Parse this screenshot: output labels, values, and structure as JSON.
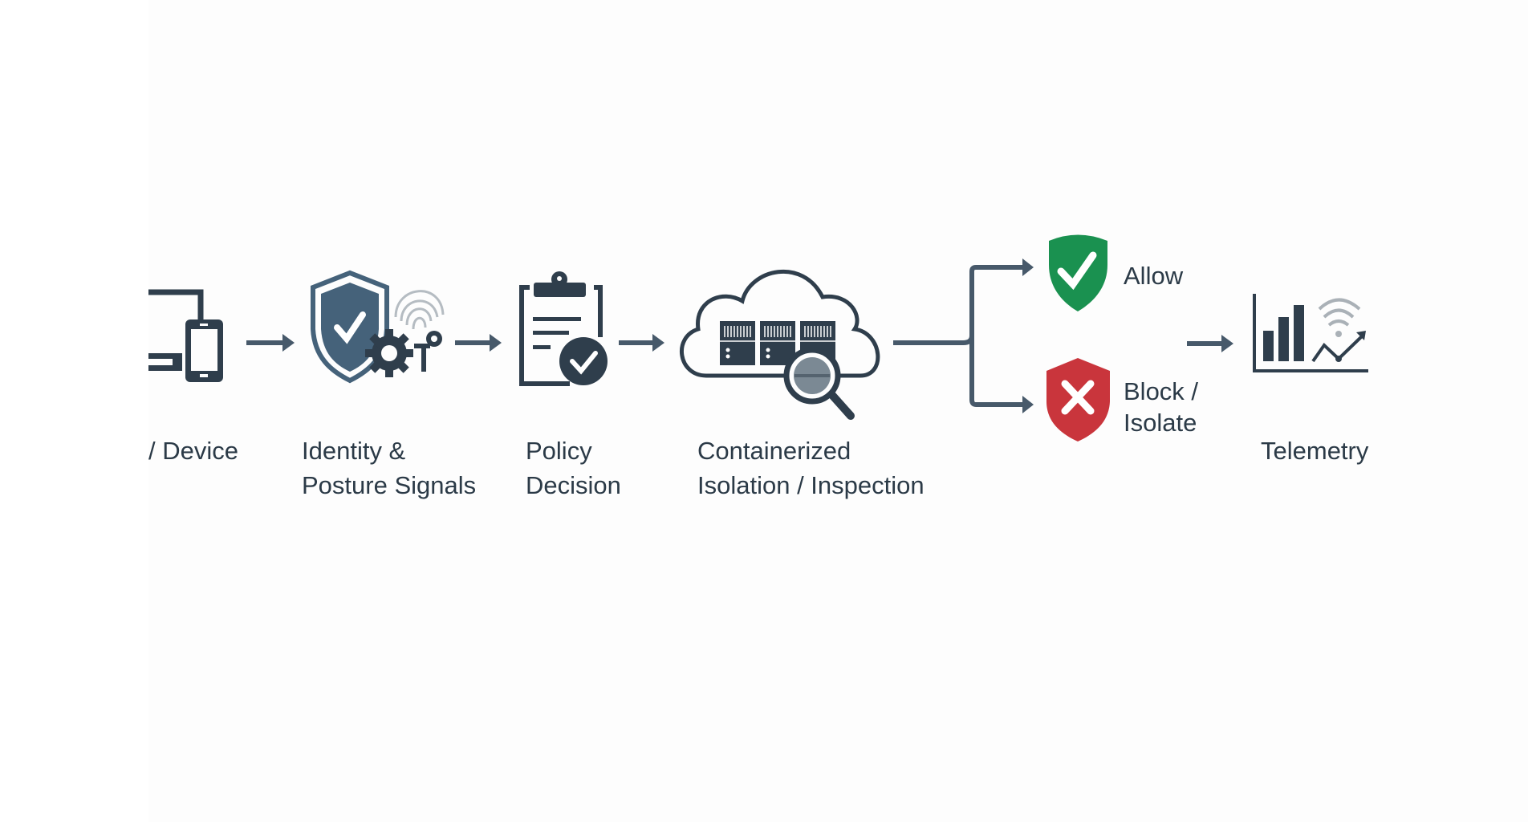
{
  "diagram": {
    "steps": [
      {
        "id": "device",
        "label_lines": [
          "/ Device"
        ],
        "icon": "laptop-phone-icon"
      },
      {
        "id": "identity",
        "label_lines": [
          "Identity &",
          "Posture Signals"
        ],
        "icon": "shield-gear-fingerprint-key-icon"
      },
      {
        "id": "policy",
        "label_lines": [
          "Policy",
          "Decision"
        ],
        "icon": "clipboard-check-icon"
      },
      {
        "id": "isolation",
        "label_lines": [
          "Containerized",
          "Isolation / Inspection"
        ],
        "icon": "cloud-servers-magnifier-icon"
      },
      {
        "id": "allow",
        "label_lines": [
          "Allow"
        ],
        "icon": "green-shield-check-icon"
      },
      {
        "id": "block",
        "label_lines": [
          "Block /",
          "Isolate"
        ],
        "icon": "red-shield-x-icon"
      },
      {
        "id": "telemetry",
        "label_lines": [
          "Telemetry"
        ],
        "icon": "bar-chart-signal-icon"
      }
    ],
    "colors": {
      "ink": "#2f3e4c",
      "shield_blue": "#45627a",
      "allow_green": "#1a9150",
      "block_red": "#c9353c",
      "arrow": "#47596a"
    }
  }
}
